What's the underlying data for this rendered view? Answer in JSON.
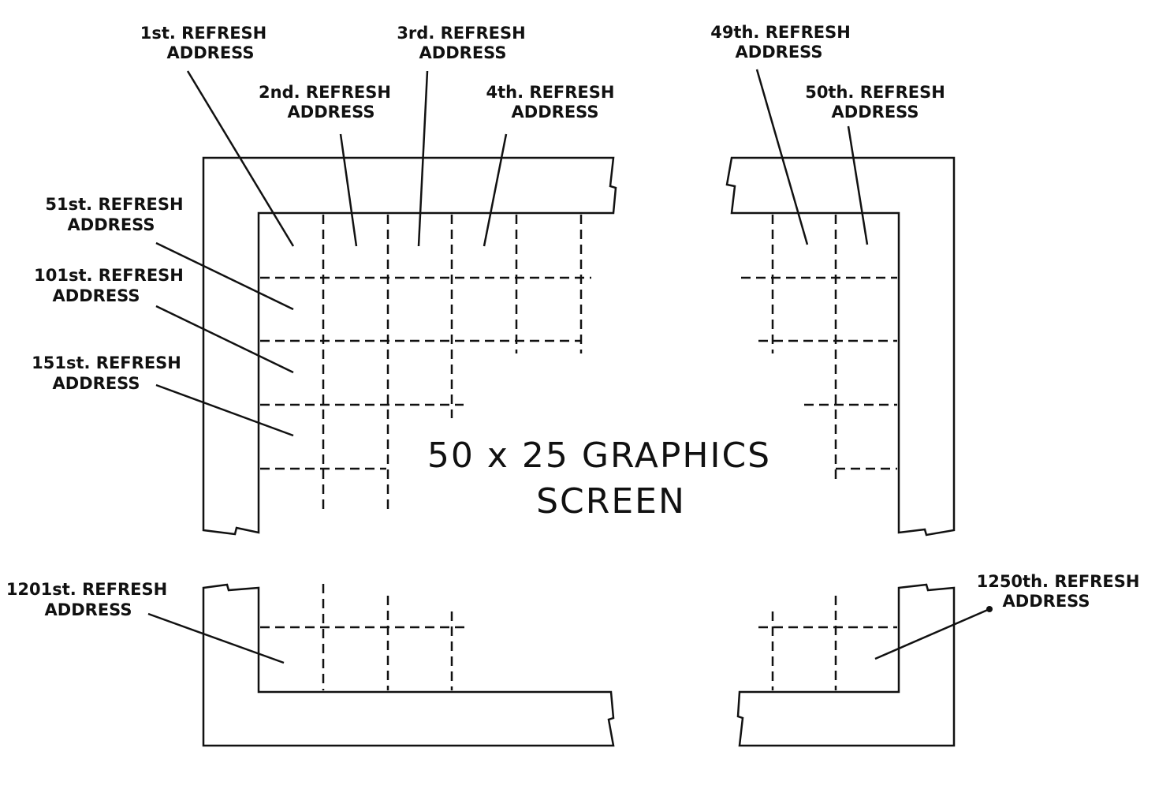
{
  "title": {
    "line1": "50 x 25 GRAPHICS",
    "line2": "SCREEN"
  },
  "labels": [
    {
      "id": "1st",
      "line1": "1st. REFRESH",
      "line2": "ADDRESS"
    },
    {
      "id": "2nd",
      "line1": "2nd. REFRESH",
      "line2": "ADDRESS"
    },
    {
      "id": "3rd",
      "line1": "3rd. REFRESH",
      "line2": "ADDRESS"
    },
    {
      "id": "4th",
      "line1": "4th. REFRESH",
      "line2": "ADDRESS"
    },
    {
      "id": "49th",
      "line1": "49th. REFRESH",
      "line2": "ADDRESS"
    },
    {
      "id": "50th",
      "line1": "50th. REFRESH",
      "line2": "ADDRESS"
    },
    {
      "id": "51st",
      "line1": "51st. REFRESH",
      "line2": "ADDRESS"
    },
    {
      "id": "101st",
      "line1": "101st. REFRESH",
      "line2": "ADDRESS"
    },
    {
      "id": "151st",
      "line1": "151st. REFRESH",
      "line2": "ADDRESS"
    },
    {
      "id": "1201st",
      "line1": "1201st. REFRESH",
      "line2": "ADDRESS"
    },
    {
      "id": "1250th",
      "line1": "1250th. REFRESH",
      "line2": "ADDRESS"
    }
  ]
}
